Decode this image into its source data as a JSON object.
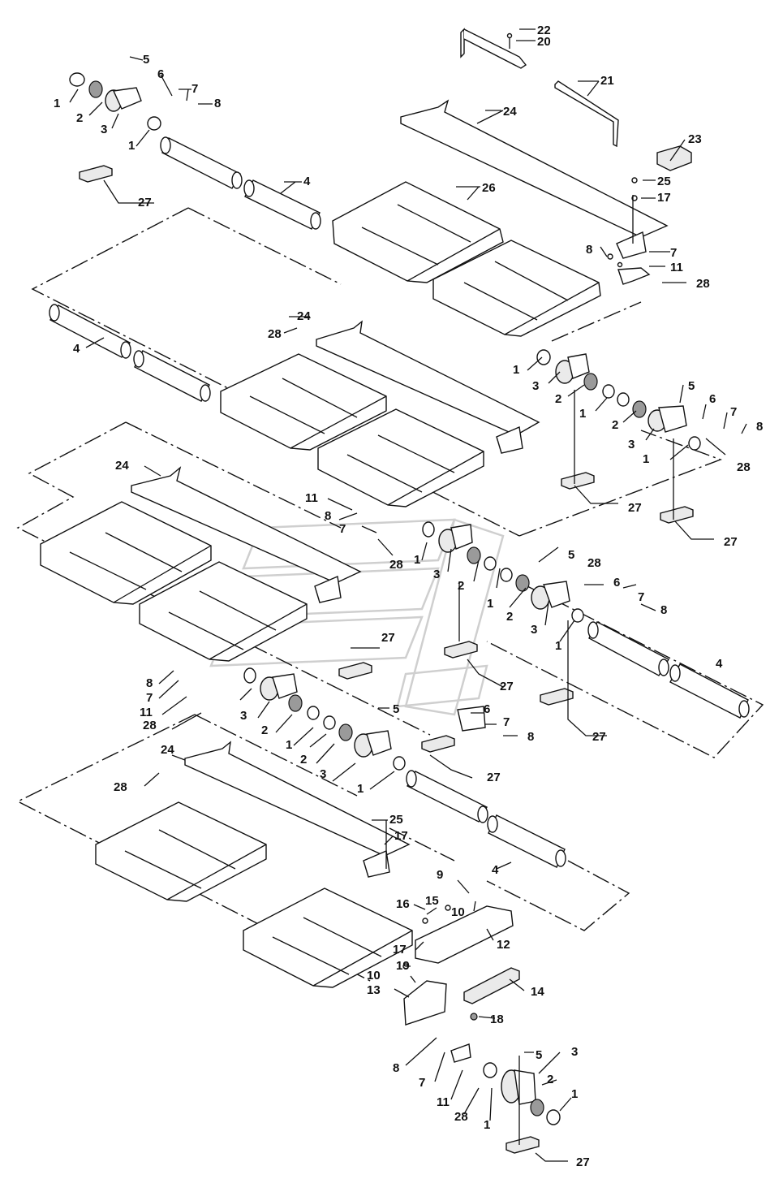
{
  "callouts": [
    {
      "id": "c22",
      "text": "22"
    },
    {
      "id": "c20",
      "text": "20"
    },
    {
      "id": "c21",
      "text": "21"
    },
    {
      "id": "c24a",
      "text": "24"
    },
    {
      "id": "c23",
      "text": "23"
    },
    {
      "id": "c25a",
      "text": "25"
    },
    {
      "id": "c17a",
      "text": "17"
    },
    {
      "id": "c26",
      "text": "26"
    },
    {
      "id": "c5a",
      "text": "5"
    },
    {
      "id": "c6a",
      "text": "6"
    },
    {
      "id": "c7a",
      "text": "7"
    },
    {
      "id": "c8a",
      "text": "8"
    },
    {
      "id": "c1a",
      "text": "1"
    },
    {
      "id": "c2a",
      "text": "2"
    },
    {
      "id": "c3a",
      "text": "3"
    },
    {
      "id": "c1b",
      "text": "1"
    },
    {
      "id": "c4a",
      "text": "4"
    },
    {
      "id": "c27a",
      "text": "27"
    },
    {
      "id": "c8b",
      "text": "8"
    },
    {
      "id": "c7b",
      "text": "7"
    },
    {
      "id": "c11a",
      "text": "11"
    },
    {
      "id": "c28a",
      "text": "28"
    },
    {
      "id": "c24b",
      "text": "24"
    },
    {
      "id": "c28b",
      "text": "28"
    },
    {
      "id": "c4b",
      "text": "4"
    },
    {
      "id": "c1c",
      "text": "1"
    },
    {
      "id": "c3b",
      "text": "3"
    },
    {
      "id": "c2b",
      "text": "2"
    },
    {
      "id": "c5b",
      "text": "5"
    },
    {
      "id": "c6b",
      "text": "6"
    },
    {
      "id": "c1d",
      "text": "1"
    },
    {
      "id": "c7c",
      "text": "7"
    },
    {
      "id": "c8c",
      "text": "8"
    },
    {
      "id": "c2c",
      "text": "2"
    },
    {
      "id": "c3c",
      "text": "3"
    },
    {
      "id": "c1e",
      "text": "1"
    },
    {
      "id": "c28c",
      "text": "28"
    },
    {
      "id": "c27b",
      "text": "27"
    },
    {
      "id": "c27c",
      "text": "27"
    },
    {
      "id": "c24c",
      "text": "24"
    },
    {
      "id": "c11b",
      "text": "11"
    },
    {
      "id": "c8d",
      "text": "8"
    },
    {
      "id": "c7d",
      "text": "7"
    },
    {
      "id": "c1f",
      "text": "1"
    },
    {
      "id": "c28d",
      "text": "28"
    },
    {
      "id": "c3d",
      "text": "3"
    },
    {
      "id": "c2d",
      "text": "2"
    },
    {
      "id": "c1g",
      "text": "1"
    },
    {
      "id": "c5c",
      "text": "5"
    },
    {
      "id": "c28e",
      "text": "28"
    },
    {
      "id": "c6c",
      "text": "6"
    },
    {
      "id": "c7e",
      "text": "7"
    },
    {
      "id": "c8e",
      "text": "8"
    },
    {
      "id": "c2e",
      "text": "2"
    },
    {
      "id": "c3e",
      "text": "3"
    },
    {
      "id": "c1h",
      "text": "1"
    },
    {
      "id": "c4c",
      "text": "4"
    },
    {
      "id": "c27d",
      "text": "27"
    },
    {
      "id": "c27e",
      "text": "27"
    },
    {
      "id": "c27f",
      "text": "27"
    },
    {
      "id": "c8f",
      "text": "8"
    },
    {
      "id": "c7f",
      "text": "7"
    },
    {
      "id": "c11c",
      "text": "11"
    },
    {
      "id": "c28f",
      "text": "28"
    },
    {
      "id": "c3f",
      "text": "3"
    },
    {
      "id": "c2f",
      "text": "2"
    },
    {
      "id": "c1i",
      "text": "1"
    },
    {
      "id": "c5d",
      "text": "5"
    },
    {
      "id": "c6d",
      "text": "6"
    },
    {
      "id": "c7g",
      "text": "7"
    },
    {
      "id": "c8g",
      "text": "8"
    },
    {
      "id": "c2g",
      "text": "2"
    },
    {
      "id": "c3g",
      "text": "3"
    },
    {
      "id": "c1j",
      "text": "1"
    },
    {
      "id": "c27g",
      "text": "27"
    },
    {
      "id": "c24d",
      "text": "24"
    },
    {
      "id": "c28g",
      "text": "28"
    },
    {
      "id": "c25b",
      "text": "25"
    },
    {
      "id": "c17b",
      "text": "17"
    },
    {
      "id": "c4d",
      "text": "4"
    },
    {
      "id": "c9",
      "text": "9"
    },
    {
      "id": "c15",
      "text": "15"
    },
    {
      "id": "c16",
      "text": "16"
    },
    {
      "id": "c10a",
      "text": "10"
    },
    {
      "id": "c12",
      "text": "12"
    },
    {
      "id": "c17c",
      "text": "17"
    },
    {
      "id": "c19",
      "text": "19"
    },
    {
      "id": "c10b",
      "text": "10"
    },
    {
      "id": "c13",
      "text": "13"
    },
    {
      "id": "c14",
      "text": "14"
    },
    {
      "id": "c18",
      "text": "18"
    },
    {
      "id": "c8h",
      "text": "8"
    },
    {
      "id": "c7h",
      "text": "7"
    },
    {
      "id": "c5e",
      "text": "5"
    },
    {
      "id": "c3h",
      "text": "3"
    },
    {
      "id": "c2h",
      "text": "2"
    },
    {
      "id": "c1k",
      "text": "1"
    },
    {
      "id": "c11d",
      "text": "11"
    },
    {
      "id": "c28h",
      "text": "28"
    },
    {
      "id": "c1l",
      "text": "1"
    },
    {
      "id": "c27h",
      "text": "27"
    }
  ]
}
